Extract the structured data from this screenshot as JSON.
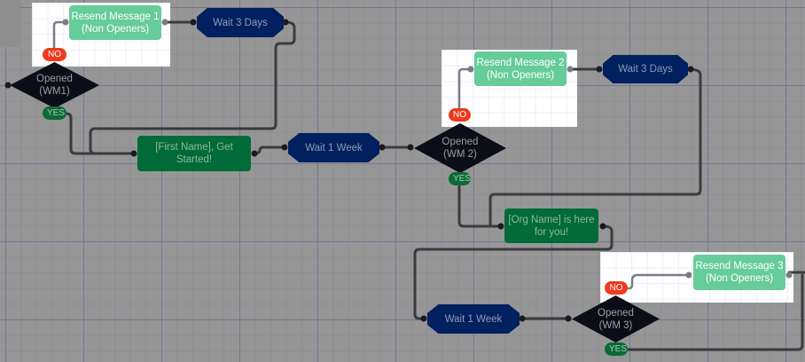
{
  "diagram": {
    "type": "email-automation-workflow",
    "nodes": {
      "resend1": {
        "kind": "message",
        "label": "Resend Message 1\n(Non Openers)",
        "highlighted": true
      },
      "wait3days_1": {
        "kind": "wait",
        "label": "Wait 3 Days"
      },
      "opened_wm1": {
        "kind": "decision",
        "line1": "Opened",
        "line2": "(WM1)"
      },
      "first_name": {
        "kind": "message",
        "label": "[First Name], Get\nStarted!"
      },
      "wait1week_1": {
        "kind": "wait",
        "label": "Wait 1 Week"
      },
      "opened_wm2": {
        "kind": "decision",
        "line1": "Opened",
        "line2": "(WM 2)"
      },
      "resend2": {
        "kind": "message",
        "label": "Resend Message 2\n(Non Openers)",
        "highlighted": true
      },
      "wait3days_2": {
        "kind": "wait",
        "label": "Wait 3 Days"
      },
      "org_name": {
        "kind": "message",
        "label": "[Org Name] is here\nfor you!"
      },
      "wait1week_2": {
        "kind": "wait",
        "label": "Wait 1 Week"
      },
      "opened_wm3": {
        "kind": "decision",
        "line1": "Opened",
        "line2": "(WM 3)"
      },
      "resend3": {
        "kind": "message",
        "label": "Resend Message 3\n(Non Openers)",
        "highlighted": true
      }
    },
    "branches": {
      "no_label": "NO",
      "yes_label": "YES"
    },
    "edges": [
      [
        "opened_wm1",
        "NO",
        "resend1"
      ],
      [
        "resend1",
        "",
        "wait3days_1"
      ],
      [
        "wait3days_1",
        "",
        "first_name"
      ],
      [
        "opened_wm1",
        "YES",
        "first_name"
      ],
      [
        "first_name",
        "",
        "wait1week_1"
      ],
      [
        "wait1week_1",
        "",
        "opened_wm2"
      ],
      [
        "opened_wm2",
        "NO",
        "resend2"
      ],
      [
        "resend2",
        "",
        "wait3days_2"
      ],
      [
        "wait3days_2",
        "",
        "org_name"
      ],
      [
        "opened_wm2",
        "YES",
        "org_name"
      ],
      [
        "org_name",
        "",
        "wait1week_2"
      ],
      [
        "wait1week_2",
        "",
        "opened_wm3"
      ],
      [
        "opened_wm3",
        "NO",
        "resend3"
      ]
    ],
    "colors": {
      "message_light": "#66cc99",
      "message_dark": "#006b38",
      "wait": "#00205f",
      "decision": "#0b0d17",
      "no_badge": "#ee3a1e",
      "yes_badge": "#0b6b35",
      "connector": "#3a3b40",
      "canvas": "#969696"
    }
  }
}
